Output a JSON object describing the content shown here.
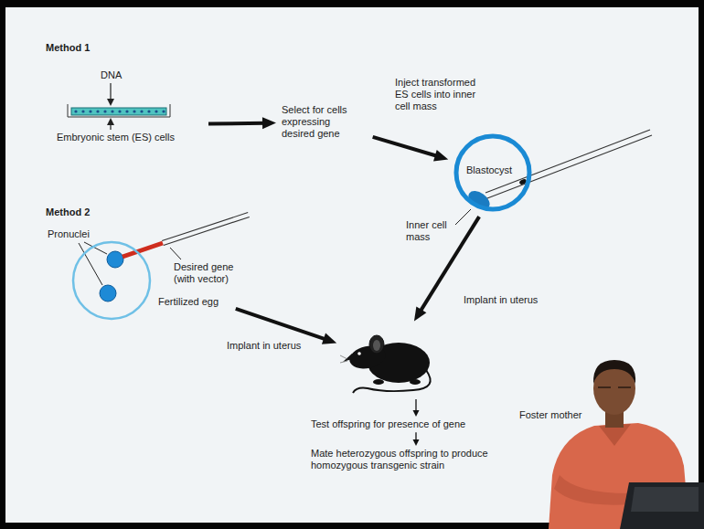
{
  "diagram": {
    "nodes": [
      {
        "text": [
          "Embryonic stem (ES) cells"
        ]
      },
      {
        "text": [
          "Select for cells expressing desired gene"
        ]
      },
      {
        "text": [
          "Blastocyst"
        ]
      },
      {
        "text": [
          "Fertilized egg"
        ]
      },
      {
        "text": [
          "Foster mother"
        ]
      },
      {
        "text": [
          "Test offspring for presence of gene"
        ]
      },
      {
        "text": [
          "Mate heterozygous offspring to produce homozygous transgenic strain"
        ]
      }
    ],
    "edges": [
      {
        "from": 0,
        "to": 1,
        "arrow": "to"
      },
      {
        "from": 1,
        "to": 2,
        "arrow": "to"
      },
      {
        "from": 2,
        "to": 4,
        "label": "Implant in uterus",
        "arrow": "to"
      },
      {
        "from": 3,
        "to": 4,
        "label": "Implant in uterus",
        "arrow": "to"
      },
      {
        "from": 4,
        "to": 5,
        "arrow": "to"
      },
      {
        "from": 5,
        "to": 6,
        "arrow": "to"
      }
    ],
    "labels": [
      "Method 1",
      "DNA",
      "Inject transformed ES cells into inner cell mass",
      "Inner cell mass",
      "Method 2",
      "Pronuclei",
      "Desired gene (with vector)"
    ]
  }
}
